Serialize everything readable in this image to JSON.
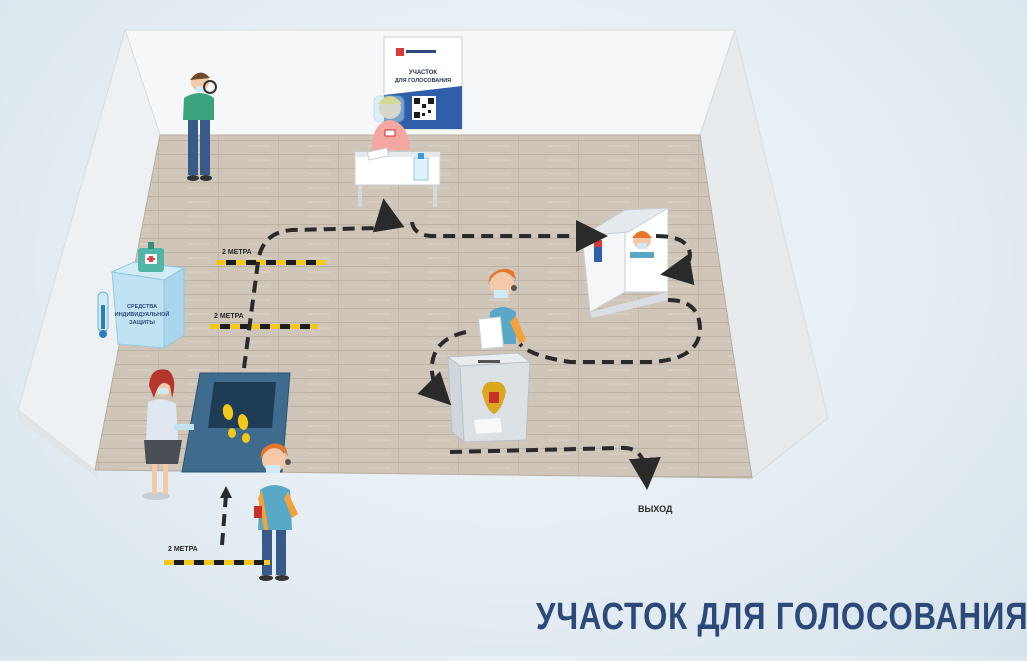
{
  "labels": {
    "distance_1": "2 МЕТРА",
    "distance_2": "2 МЕТРА",
    "distance_3": "2 МЕТРА",
    "ppe_line_1": "СРЕДСТВА",
    "ppe_line_2": "ИНДИВИДУАЛЬНОЙ",
    "ppe_line_3": "ЗАЩИТЫ",
    "exit": "ВЫХОД",
    "poster_line_1": "УЧАСТОК",
    "poster_line_2": "ДЛЯ ГОЛОСОВАНИЯ",
    "page_title": "УЧАСТОК ДЛЯ ГОЛОСОВАНИЯ"
  },
  "colors": {
    "title": "#2b4a7a",
    "floor": "#cfc6b9",
    "wall": "#f3f5f6",
    "tape_yellow": "#f2c81a",
    "tape_black": "#1c1c1c",
    "path": "#2a2a2a",
    "voter_shirt": "#5aa8c8",
    "voter_hair": "#e8762a",
    "mat": "#3f6c8e"
  },
  "icons": [
    "hand-sanitizer-icon",
    "thermometer-icon",
    "footprints-icon",
    "russian-emblem-icon",
    "qr-code-icon",
    "up-arrow-icon"
  ]
}
